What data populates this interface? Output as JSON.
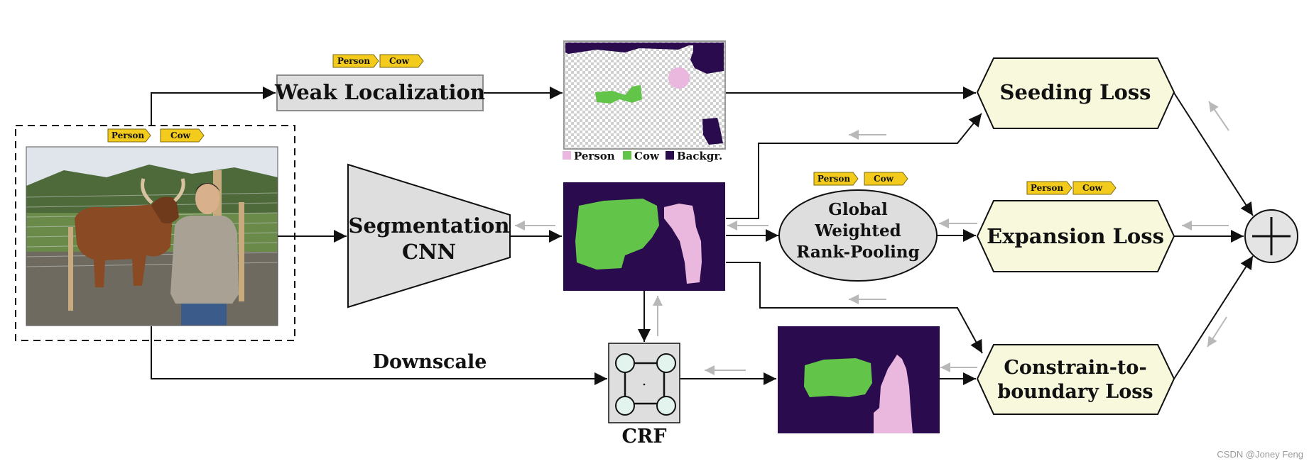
{
  "tags": {
    "person": "Person",
    "cow": "Cow"
  },
  "nodes": {
    "weak_localization": "Weak Localization",
    "segmentation_cnn": [
      "Segmentation",
      "CNN"
    ],
    "global_pooling": [
      "Global",
      "Weighted",
      "Rank-Pooling"
    ],
    "seeding_loss": "Seeding Loss",
    "expansion_loss": "Expansion Loss",
    "constrain_loss": [
      "Constrain-to-",
      "boundary Loss"
    ],
    "crf": "CRF",
    "downscale": "Downscale"
  },
  "legend": [
    {
      "label": "Person",
      "color": "#eab7de"
    },
    {
      "label": "Cow",
      "color": "#62c54a"
    },
    {
      "label": "Backgr.",
      "color": "#2a0c4e"
    }
  ],
  "colors": {
    "background_class": "#2a0c4e",
    "cow_class": "#62c54a",
    "person_class": "#eab7de",
    "tag_fill": "#f2cb1d",
    "loss_fill": "#f8f8dd",
    "gray_fill": "#dedede",
    "backward_arrow": "#b8b8b8"
  },
  "watermark": "CSDN @Joney Feng"
}
